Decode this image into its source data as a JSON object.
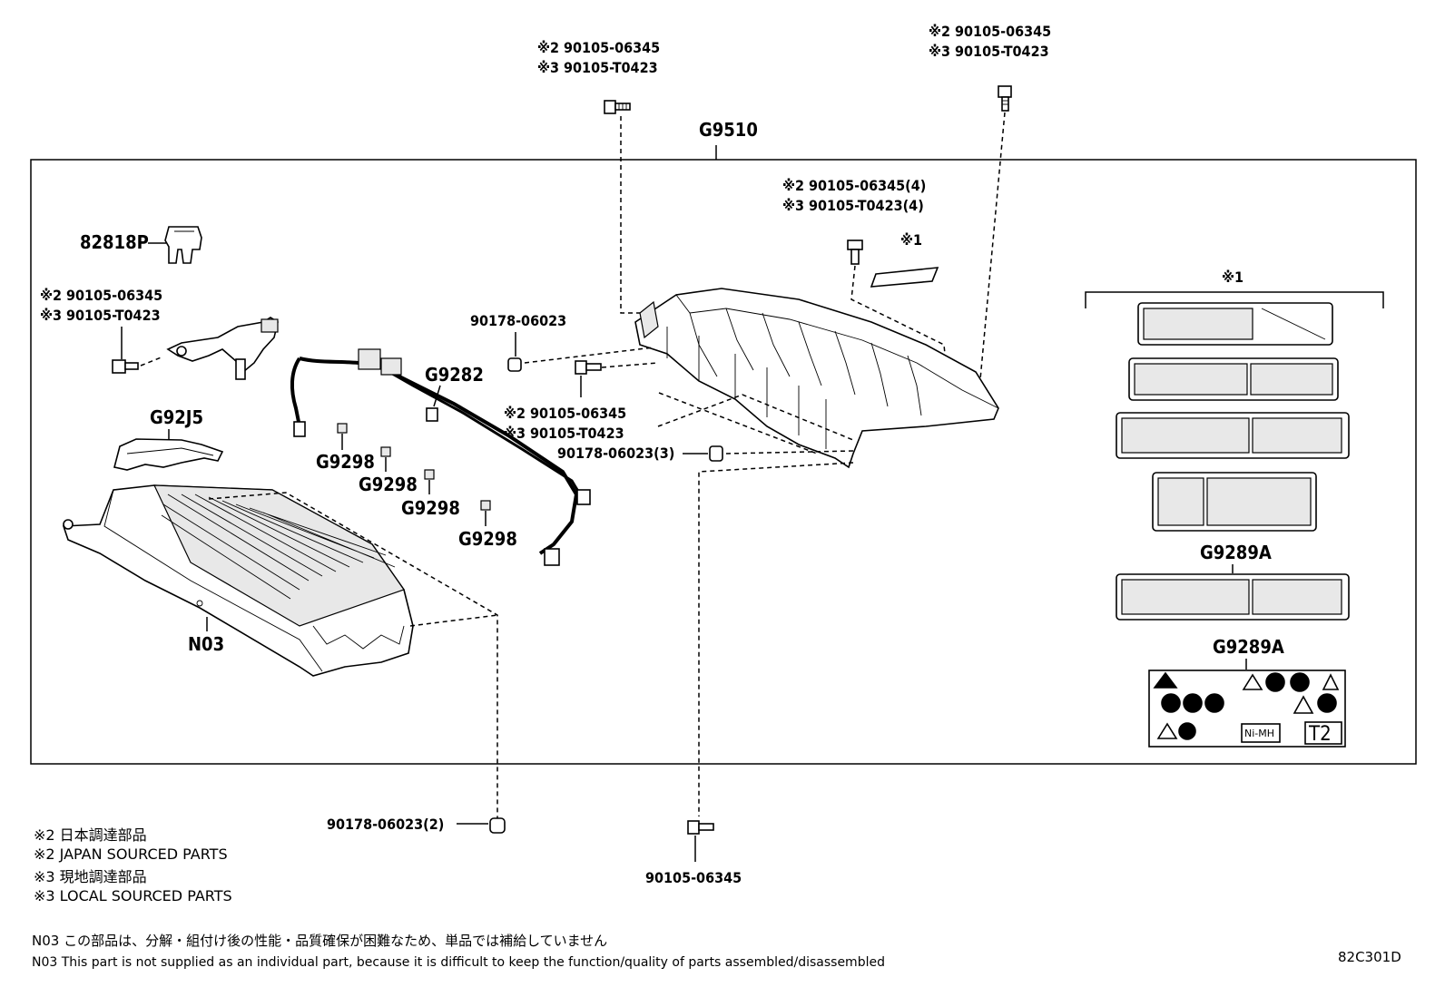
{
  "diagram": {
    "group_label": "G9510",
    "sheet_code": "82C301D",
    "labels": {
      "bolt_top_left_jp": "※2 90105-06345",
      "bolt_top_left_local": "※3 90105-T0423",
      "bolt_top_right_jp": "※2 90105-06345",
      "bolt_top_right_local": "※3 90105-T0423",
      "bolt_cover_jp": "※2 90105-06345(4)",
      "bolt_cover_local": "※3 90105-T0423(4)",
      "star1_small": "※1",
      "star1_labels": "※1",
      "clip_82818P": "82818P",
      "bolt_left_jp": "※2 90105-06345",
      "bolt_left_local": "※3 90105-T0423",
      "nut_90178_top": "90178-06023",
      "harness_G9282": "G9282",
      "bolt_mid_jp": "※2 90105-06345",
      "bolt_mid_local": "※3 90105-T0423",
      "nut_90178_3": "90178-06023(3)",
      "gasket_G92J5": "G92J5",
      "clamp_G9298_a": "G9298",
      "clamp_G9298_b": "G9298",
      "clamp_G9298_c": "G9298",
      "clamp_G9298_d": "G9298",
      "battery_N03": "N03",
      "label_G9289A_a": "G9289A",
      "label_G9289A_b": "G9289A",
      "nut_90178_2": "90178-06023(2)",
      "bolt_bottom": "90105-06345",
      "caution_label_text": "T2",
      "nimh_text": "Ni-MH"
    },
    "notes": {
      "star2_jp": "※2 日本調達部品",
      "star2_en": "※2 JAPAN SOURCED PARTS",
      "star3_jp": "※3 現地調達部品",
      "star3_en": "※3 LOCAL SOURCED PARTS",
      "n03_jp": "N03 この部品は、分解・組付け後の性能・品質確保が困難なため、単品では補給していません",
      "n03_en": "N03 This part is not supplied as an individual part, because it is difficult to keep the function/quality of parts assembled/disassembled"
    }
  }
}
